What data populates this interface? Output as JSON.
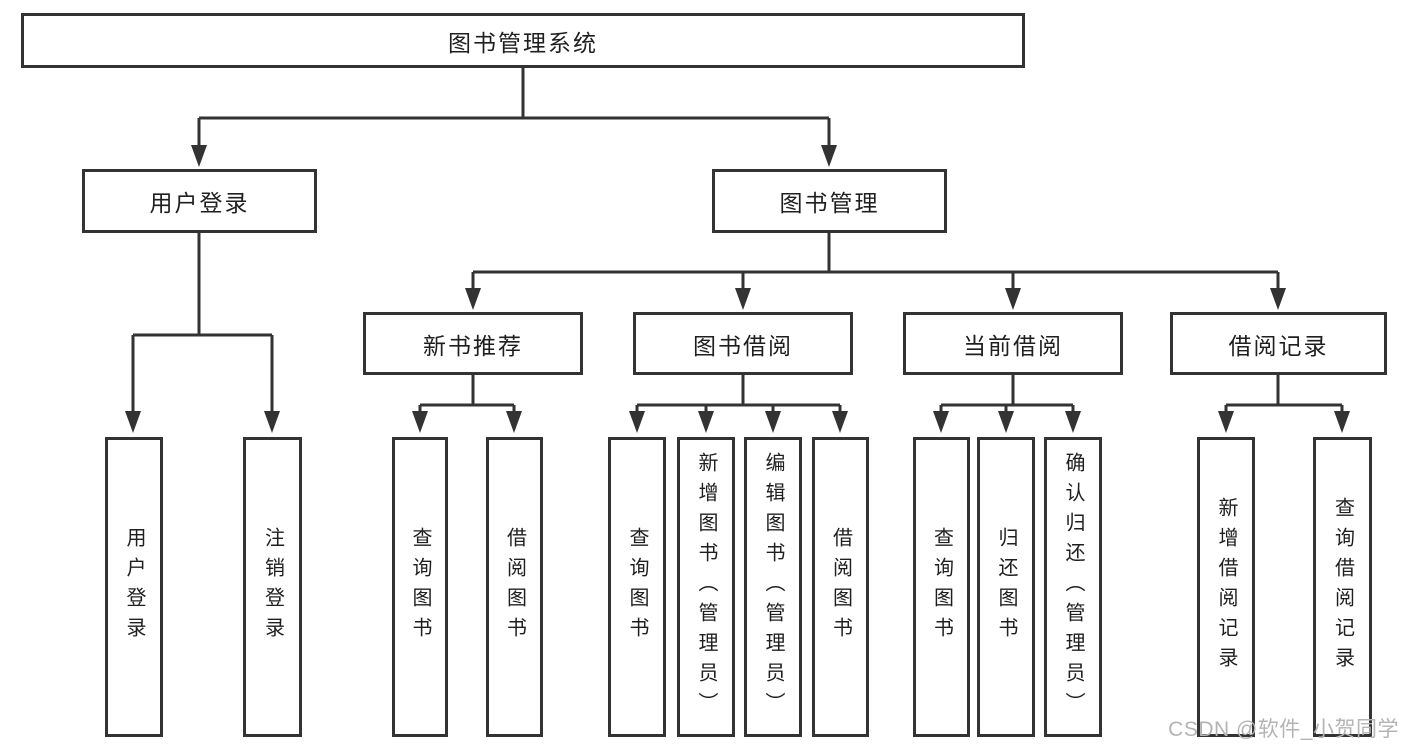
{
  "diagram": {
    "root": {
      "label": "图书管理系统"
    },
    "level2": {
      "user_login": {
        "label": "用户登录"
      },
      "book_management": {
        "label": "图书管理"
      }
    },
    "level3": {
      "new_books": {
        "label": "新书推荐"
      },
      "book_borrow": {
        "label": "图书借阅"
      },
      "current_borrow": {
        "label": "当前借阅"
      },
      "borrow_records": {
        "label": "借阅记录"
      }
    },
    "leaves": {
      "user_login": [
        "用户登录",
        "注销登录"
      ],
      "new_books": [
        "查询图书",
        "借阅图书"
      ],
      "book_borrow": [
        "查询图书",
        "新增图书（管理员）",
        "编辑图书（管理员）",
        "借阅图书"
      ],
      "current_borrow": [
        "查询图书",
        "归还图书",
        "确认归还（管理员）"
      ],
      "borrow_records": [
        "新增借阅记录",
        "查询借阅记录"
      ]
    }
  },
  "watermark": "CSDN @软件_小贺同学",
  "colors": {
    "line": "#333333",
    "box_border": "#333333",
    "text": "#1f1f1f",
    "watermark": "#b4b4b4",
    "background": "#ffffff"
  }
}
